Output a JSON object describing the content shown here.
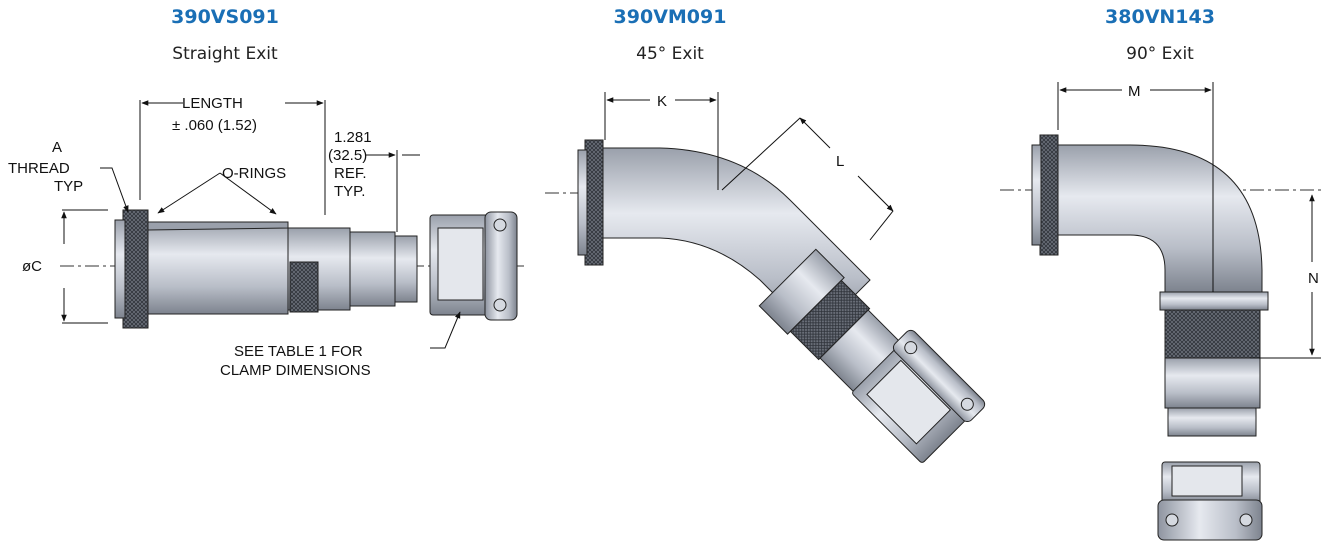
{
  "panels": [
    {
      "part": "390VS091",
      "exit": "Straight Exit"
    },
    {
      "part": "390VM091",
      "exit": "45° Exit"
    },
    {
      "part": "380VN143",
      "exit": "90° Exit"
    }
  ],
  "labels": {
    "length": "LENGTH",
    "tolerance": "± .060 (1.52)",
    "ref_in": "1.281",
    "ref_mm": "(32.5)",
    "ref": "REF.",
    "typ2": "TYP.",
    "thread_a": "A",
    "thread": "THREAD",
    "typ": "TYP",
    "orings": "O-RINGS",
    "dia_c": "øC",
    "note_line1": "SEE TABLE 1 FOR",
    "note_line2": "CLAMP DIMENSIONS",
    "k": "K",
    "l": "L",
    "m": "M",
    "n": "N"
  },
  "colors": {
    "accent": "#1a6fb5",
    "metal": "#c9ced8",
    "metal_dark": "#8a909c",
    "knurl": "#555a63"
  }
}
